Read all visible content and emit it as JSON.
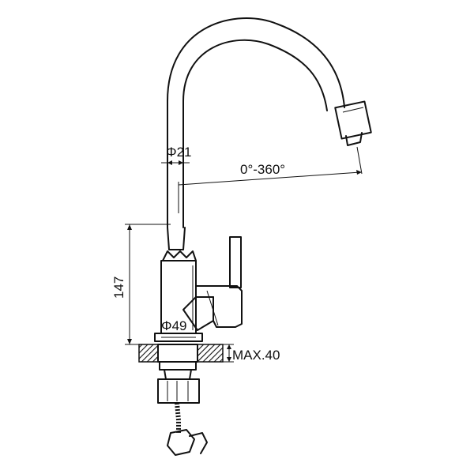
{
  "drawing": {
    "subject": "kitchen faucet",
    "line_color": "#111111",
    "background": "#ffffff"
  },
  "dimensions": {
    "pipe_diameter": "Φ21",
    "rotation_range": "0°-360°",
    "body_height": "147",
    "base_diameter": "Φ49",
    "max_deck_thickness": "MAX.40"
  }
}
